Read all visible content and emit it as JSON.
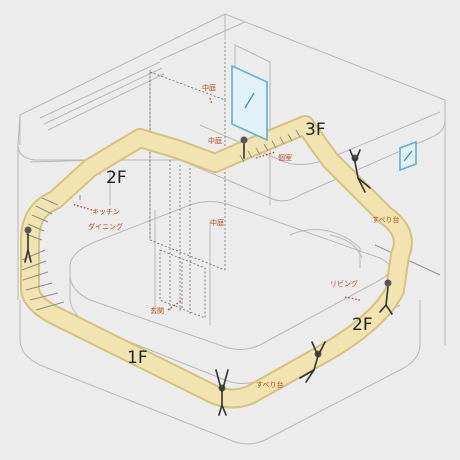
{
  "floor_labels": {
    "f1": "1F",
    "f2_left": "2F",
    "f2_right": "2F",
    "f3": "3F"
  },
  "room_labels": {
    "courtyard_top": "中庭",
    "courtyard_mid": "中庭",
    "courtyard_center": "中庭",
    "study": "個室",
    "kitchen": "キッチン",
    "dining": "ダイニング",
    "slide_right": "すべり台",
    "slide_bottom": "すべり台",
    "living": "リビング",
    "entrance": "玄関"
  },
  "colors": {
    "path_fill": "#f2e4b0",
    "path_edge": "#d6c27c",
    "label_orange": "#c0441a",
    "window_blue": "#5cb3d4",
    "background": "#ececec"
  }
}
